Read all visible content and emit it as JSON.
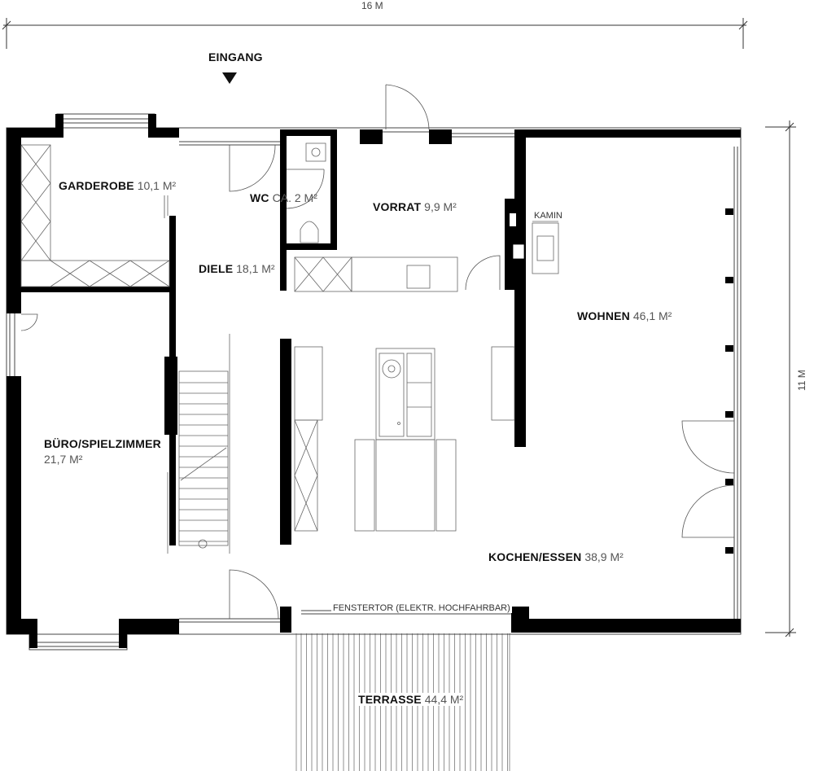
{
  "dimensions": {
    "width": "16 M",
    "height": "11 M"
  },
  "entrance": "EINGANG",
  "rooms": {
    "garderobe": {
      "name": "GARDEROBE",
      "area": "10,1 M²"
    },
    "wc": {
      "name": "WC",
      "area": "CA. 2 M²"
    },
    "vorrat": {
      "name": "VORRAT",
      "area": "9,9 M²"
    },
    "diele": {
      "name": "DIELE",
      "area": "18,1 M²"
    },
    "wohnen": {
      "name": "WOHNEN",
      "area": "46,1 M²"
    },
    "buero": {
      "name": "BÜRO/SPIELZIMMER",
      "area": "21,7 M²"
    },
    "kochen": {
      "name": "KOCHEN/ESSEN",
      "area": "38,9 M²"
    },
    "terrasse": {
      "name": "TERRASSE",
      "area": "44,4 M²"
    }
  },
  "labels": {
    "kamin": "KAMIN",
    "fenstertor": "FENSTERTOR (ELEKTR. HOCHFAHRBAR)"
  }
}
